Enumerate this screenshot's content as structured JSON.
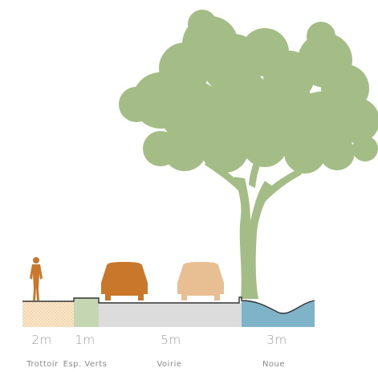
{
  "zones": [
    {
      "id": "trottoir",
      "width_label": "2m",
      "name": "Trottoir"
    },
    {
      "id": "espaces-verts",
      "width_label": "1m",
      "name": "Esp. Verts"
    },
    {
      "id": "voirie",
      "width_label": "5m",
      "name": "Voirie"
    },
    {
      "id": "noue",
      "width_label": "3m",
      "name": "Noue"
    }
  ],
  "colors": {
    "tree": "#a4bd86",
    "pedestrian": "#c9772a",
    "car_dark": "#c9772a",
    "car_light": "#e8bf93",
    "sidewalk": "#f8e6c7",
    "green_strip": "#c4d7b2",
    "road": "#dcdcdc",
    "swale": "#7fb3c7"
  }
}
